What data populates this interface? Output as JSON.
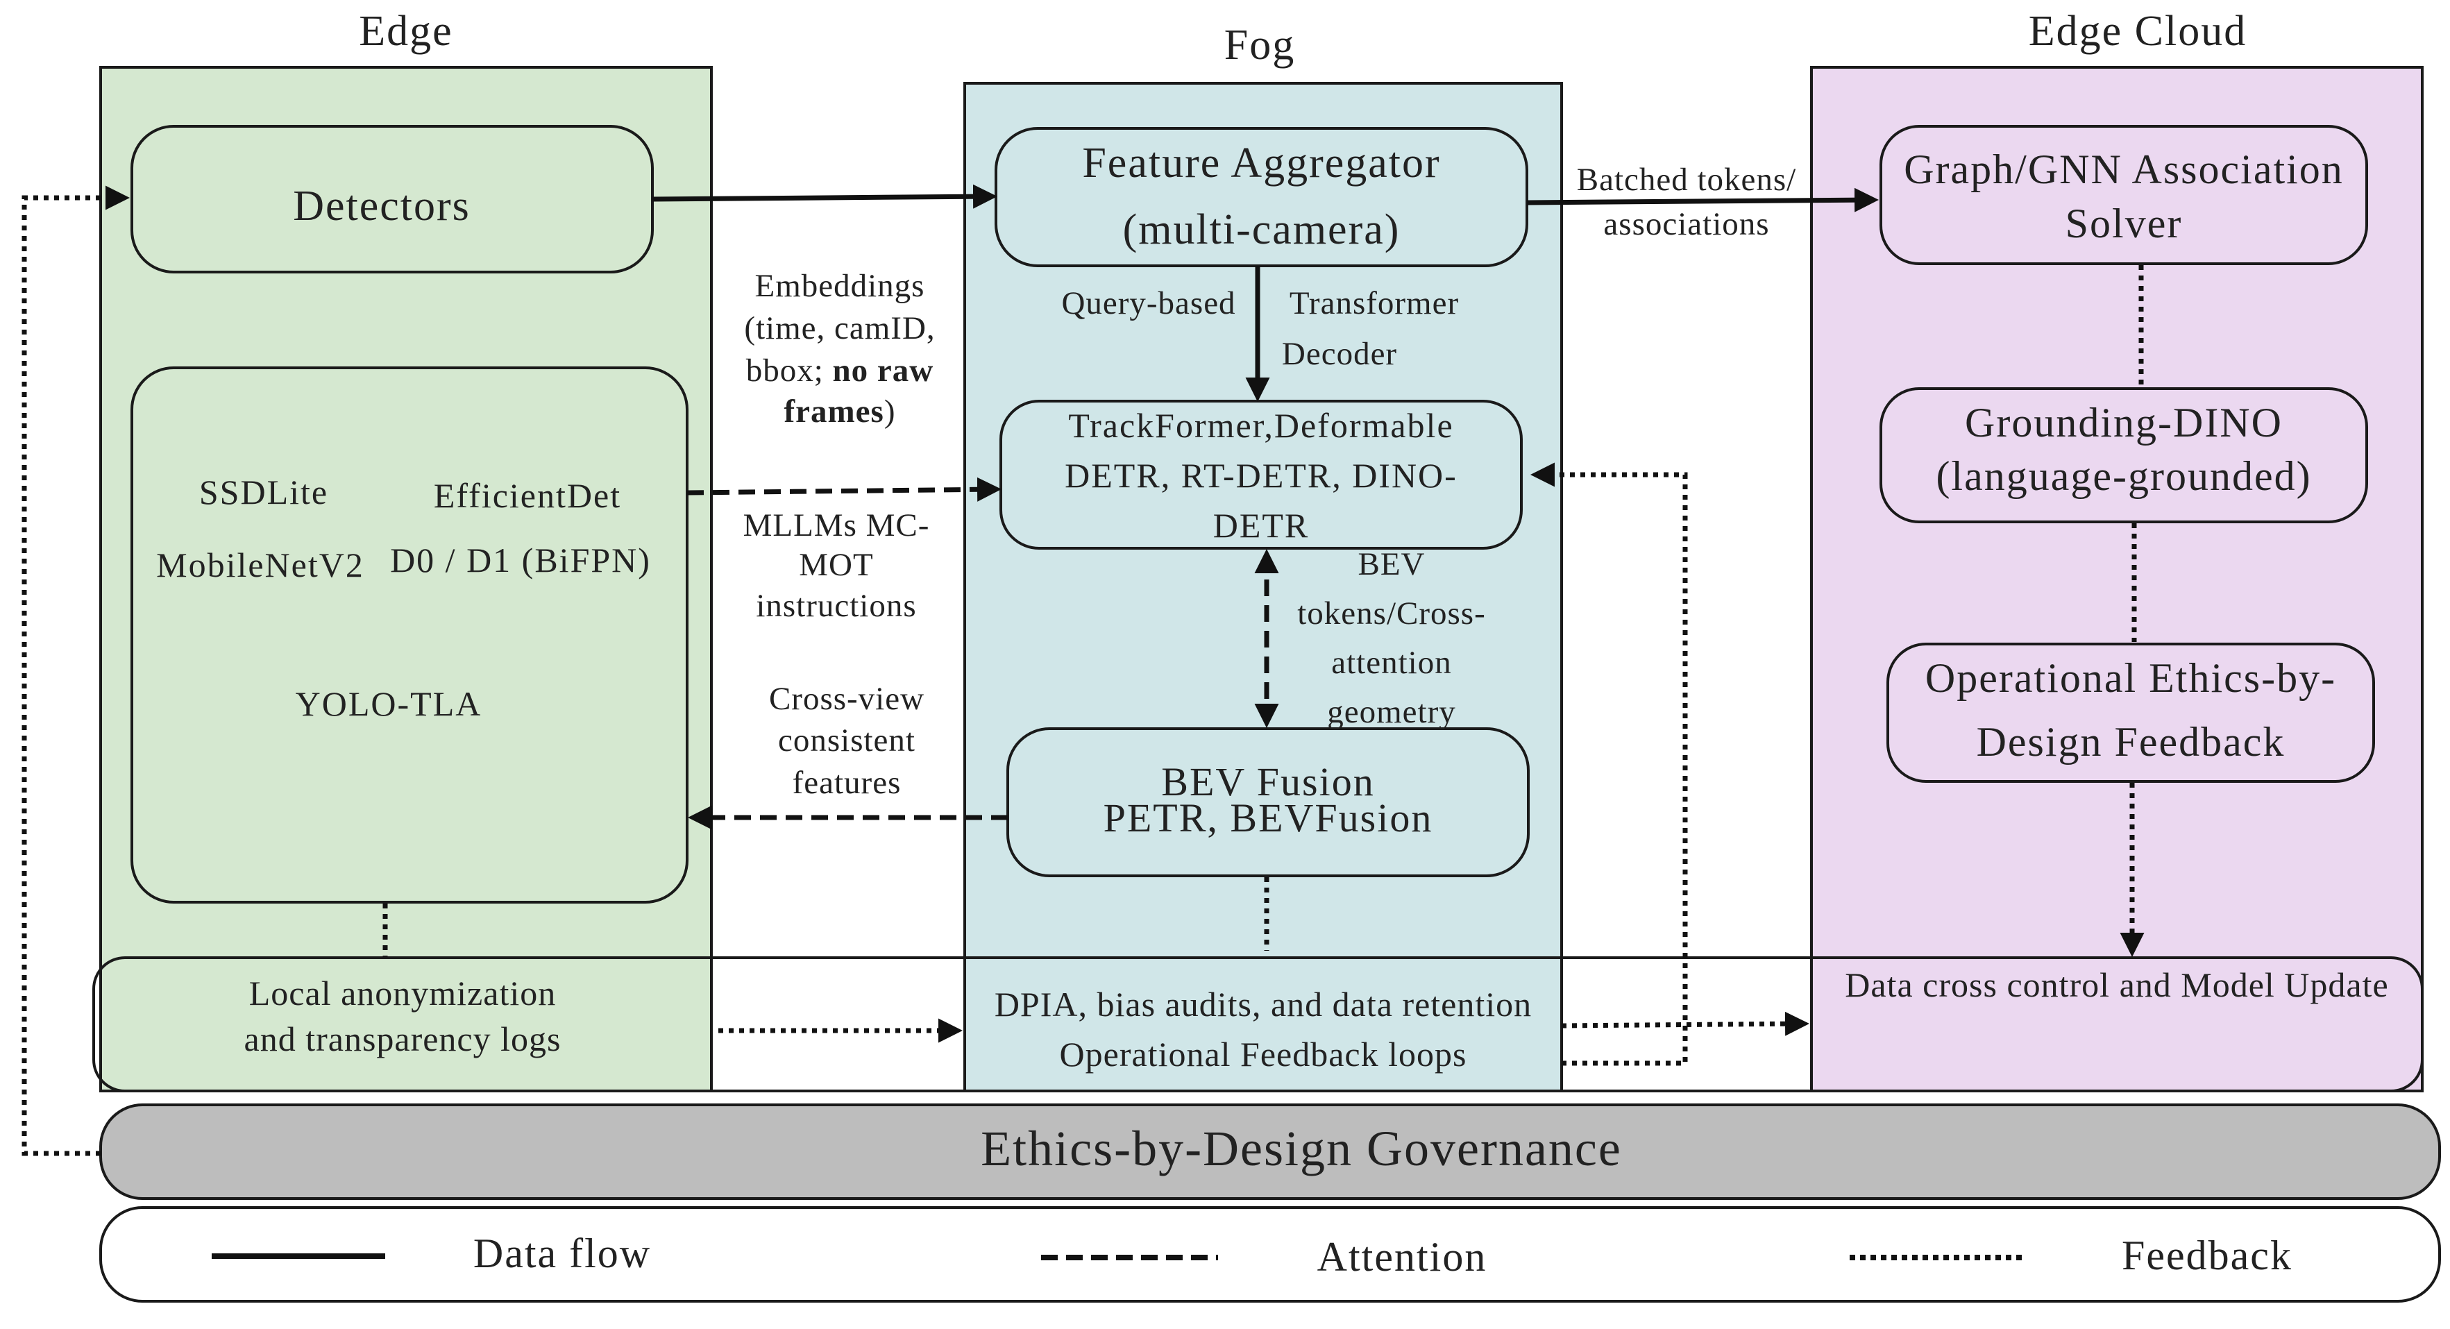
{
  "columns": {
    "edge": "Edge",
    "fog": "Fog",
    "cloud": "Edge Cloud"
  },
  "edge": {
    "detectors": "Detectors",
    "models": {
      "ssdlite": "SSDLite",
      "efficientdet": "EfficientDet",
      "mobilenet": "MobileNetV2",
      "d0d1": "D0 / D1 (BiFPN)",
      "yolo": "YOLO-TLA"
    },
    "logs_line1": "Local anonymization",
    "logs_line2": "and transparency logs"
  },
  "fog": {
    "aggregator_line1": "Feature Aggregator",
    "aggregator_line2": "(multi-camera)",
    "decoder_left": "Query-based",
    "decoder_right_line1": "Transformer",
    "decoder_right_line2": "Decoder",
    "trackers_line1": "TrackFormer,Deformable",
    "trackers_line2": "DETR, RT-DETR, DINO-",
    "trackers_line3": "DETR",
    "bev_label_line1": "BEV",
    "bev_label_line2": "tokens/Cross-",
    "bev_label_line3": "attention",
    "bev_label_line4": "geometry",
    "bev_line1": "BEV Fusion",
    "bev_line2": "PETR, BEVFusion",
    "dpia_line1": "DPIA, bias audits, and data retention",
    "dpia_line2": "Operational Feedback loops"
  },
  "cloud": {
    "gnn_line1": "Graph/GNN Association",
    "gnn_line2": "Solver",
    "dino_line1": "Grounding-DINO",
    "dino_line2": "(language-grounded)",
    "ethics_line1": "Operational Ethics-by-",
    "ethics_line2": "Design Feedback",
    "control": "Data cross control and Model Update"
  },
  "edges": {
    "embeddings_line1": "Embeddings",
    "embeddings_line2": "(time, camID,",
    "embeddings_line3_pre": "bbox; ",
    "embeddings_line3_bold": "no raw",
    "embeddings_line4_bold": "frames",
    "embeddings_line4_post": ")",
    "mllm_line1": "MLLMs MC-",
    "mllm_line2": "MOT",
    "mllm_line3": "instructions",
    "crossview_line1": "Cross-view",
    "crossview_line2": "consistent",
    "crossview_line3": "features",
    "batched_line1": "Batched tokens/",
    "batched_line2": "associations"
  },
  "governance": "Ethics-by-Design Governance",
  "legend": {
    "data_flow": "Data flow",
    "attention": "Attention",
    "feedback": "Feedback"
  },
  "colors": {
    "edge_fill": "#d5e8d0",
    "fog_fill": "#d0e6e8",
    "cloud_fill": "#ebd8f0",
    "governance_fill": "#bdbdbd",
    "stroke": "#1a1a1a"
  }
}
